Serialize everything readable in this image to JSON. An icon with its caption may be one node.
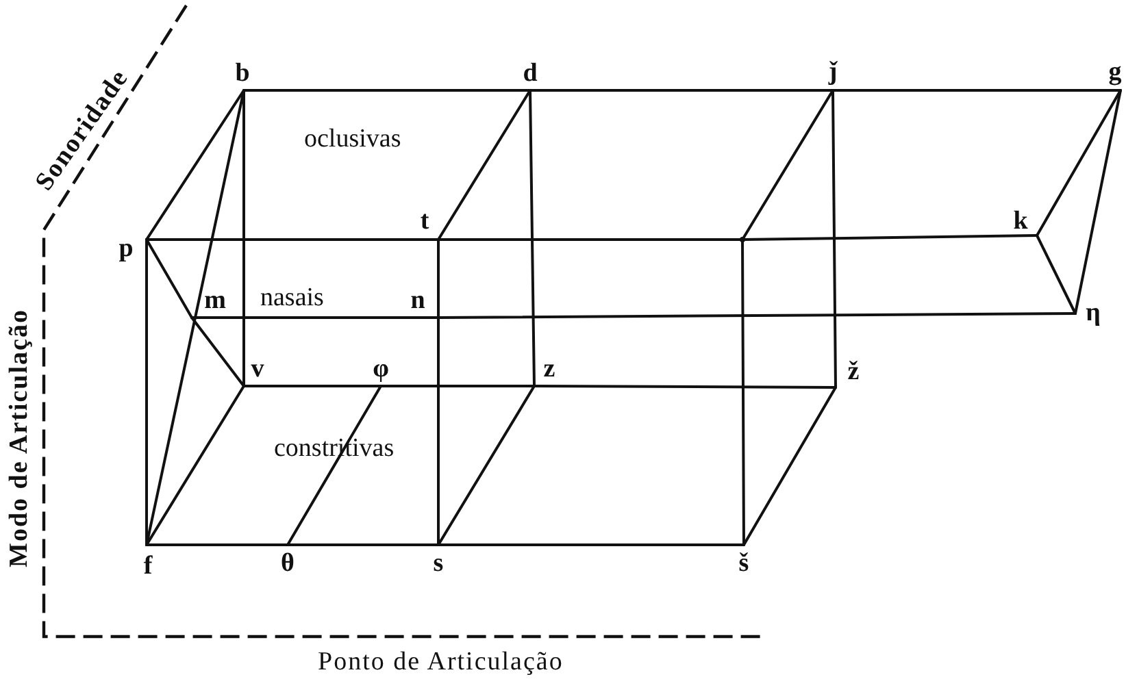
{
  "diagram": {
    "nodes": [
      {
        "text": [
          "b"
        ]
      },
      {
        "text": [
          "d"
        ]
      },
      {
        "text": [
          "ǰ"
        ]
      },
      {
        "text": [
          "g"
        ]
      },
      {
        "text": [
          "p"
        ]
      },
      {
        "text": [
          "t"
        ]
      },
      {
        "text": [],
        "shape": "point"
      },
      {
        "text": [
          "k"
        ]
      },
      {
        "text": [
          "m"
        ]
      },
      {
        "text": [
          "n"
        ]
      },
      {
        "text": [
          "η"
        ]
      },
      {
        "text": [
          "v"
        ]
      },
      {
        "text": [
          "φ"
        ]
      },
      {
        "text": [
          "z"
        ]
      },
      {
        "text": [
          "ž"
        ]
      },
      {
        "text": [
          "f"
        ]
      },
      {
        "text": [
          "θ"
        ]
      },
      {
        "text": [
          "s"
        ]
      },
      {
        "text": [
          "š"
        ]
      }
    ],
    "edges": [
      {
        "from": 0,
        "to": 1,
        "arrow": "none"
      },
      {
        "from": 1,
        "to": 2,
        "arrow": "none"
      },
      {
        "from": 2,
        "to": 3,
        "arrow": "none"
      },
      {
        "from": 0,
        "to": 4,
        "arrow": "none"
      },
      {
        "from": 0,
        "to": 15,
        "arrow": "none"
      },
      {
        "from": 0,
        "to": 11,
        "arrow": "none"
      },
      {
        "from": 1,
        "to": 5,
        "arrow": "none"
      },
      {
        "from": 1,
        "to": 13,
        "arrow": "none"
      },
      {
        "from": 2,
        "to": 6,
        "arrow": "none"
      },
      {
        "from": 2,
        "to": 14,
        "arrow": "none"
      },
      {
        "from": 3,
        "to": 7,
        "arrow": "none"
      },
      {
        "from": 3,
        "to": 10,
        "arrow": "none"
      },
      {
        "from": 7,
        "to": 10,
        "arrow": "none"
      },
      {
        "from": 4,
        "to": 5,
        "arrow": "none"
      },
      {
        "from": 5,
        "to": 6,
        "arrow": "none"
      },
      {
        "from": 6,
        "to": 7,
        "arrow": "none"
      },
      {
        "from": 4,
        "to": 15,
        "arrow": "none"
      },
      {
        "from": 4,
        "to": 8,
        "arrow": "none"
      },
      {
        "from": 8,
        "to": 11,
        "arrow": "none"
      },
      {
        "from": 5,
        "to": 9,
        "arrow": "none"
      },
      {
        "from": 9,
        "to": 17,
        "arrow": "none"
      },
      {
        "from": 8,
        "to": 9,
        "arrow": "none"
      },
      {
        "from": 9,
        "to": 10,
        "arrow": "none"
      },
      {
        "from": 11,
        "to": 12,
        "arrow": "none"
      },
      {
        "from": 12,
        "to": 13,
        "arrow": "none"
      },
      {
        "from": 13,
        "to": 14,
        "arrow": "none"
      },
      {
        "from": 11,
        "to": 15,
        "arrow": "none"
      },
      {
        "from": 12,
        "to": 16,
        "arrow": "none"
      },
      {
        "from": 13,
        "to": 17,
        "arrow": "none"
      },
      {
        "from": 14,
        "to": 18,
        "arrow": "none"
      },
      {
        "from": 15,
        "to": 16,
        "arrow": "none"
      },
      {
        "from": 16,
        "to": 17,
        "arrow": "none"
      },
      {
        "from": 17,
        "to": 18,
        "arrow": "none"
      },
      {
        "from": 6,
        "to": 18,
        "arrow": "none"
      }
    ],
    "labels": [
      "Sonoridade",
      "oclusivas",
      "nasais",
      "Modo de Articulação",
      "constritivas",
      "Ponto de Articulação"
    ]
  }
}
